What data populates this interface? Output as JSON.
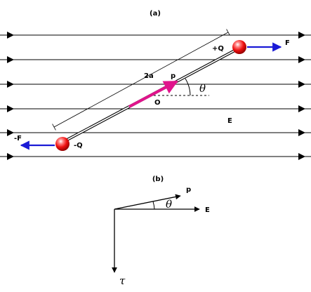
{
  "panel_a": {
    "caption": "(a)",
    "charge_positive": "+Q",
    "charge_negative": "-Q",
    "force_positive": "F",
    "force_negative": "-F",
    "length_label": "2a",
    "moment_label": "p",
    "angle_label": "θ",
    "center_label": "O",
    "field_label": "E"
  },
  "panel_b": {
    "caption": "(b)",
    "moment_label": "p",
    "angle_label": "θ",
    "field_label": "E",
    "torque_label": "τ"
  },
  "colors": {
    "field_line": "#000000",
    "force_arrow": "#1a1ad6",
    "dipole_moment": "#e0148c",
    "charge_red": "#ff1a1a"
  }
}
